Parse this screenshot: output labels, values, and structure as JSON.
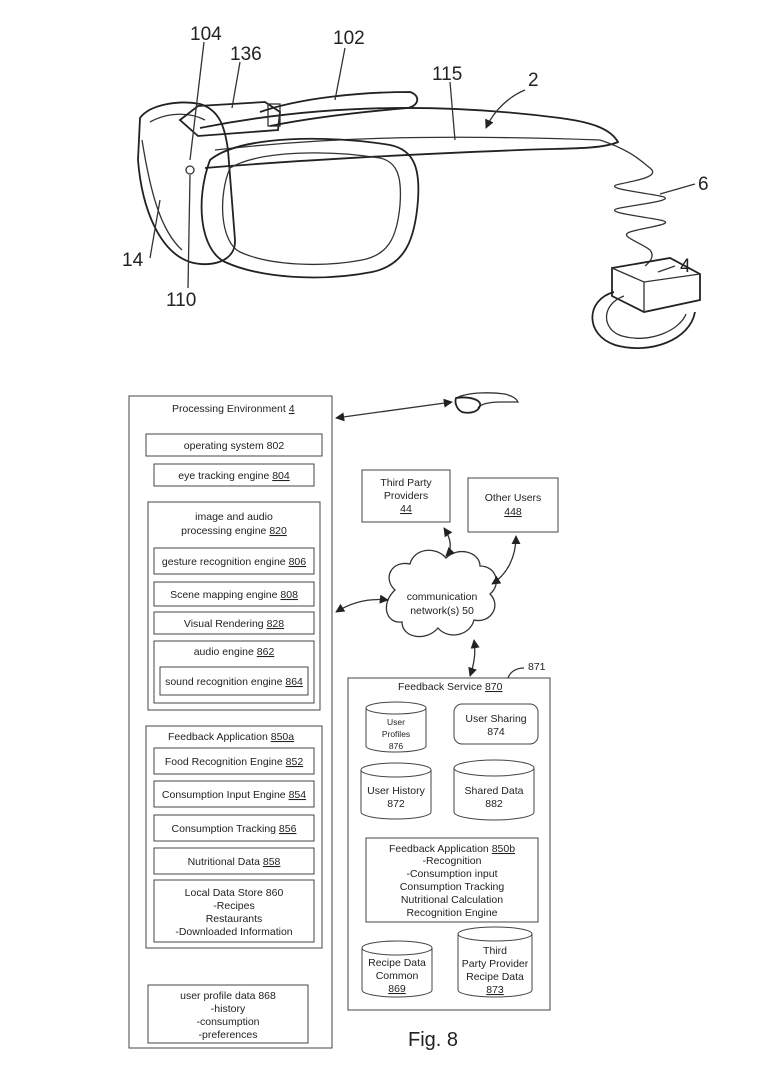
{
  "top_labels": {
    "l104": "104",
    "l136": "136",
    "l102": "102",
    "l115": "115",
    "l2": "2",
    "l6": "6",
    "l4": "4",
    "l14": "14",
    "l110": "110"
  },
  "processing": {
    "title": "Processing Environment",
    "title_num": "4",
    "os": "operating system 802",
    "eye": "eye tracking engine",
    "eye_num": "804",
    "image_audio_1": "image and audio",
    "image_audio_2": "processing engine",
    "image_audio_num": "820",
    "gesture": "gesture recognition engine",
    "gesture_num": "806",
    "scene": "Scene mapping engine",
    "scene_num": "808",
    "visual": "Visual Rendering",
    "visual_num": "828",
    "audio": "audio engine",
    "audio_num": "862",
    "sound": "sound recognition engine",
    "sound_num": "864",
    "feedback_app": "Feedback Application",
    "feedback_app_num": "850a",
    "food": "Food Recognition Engine",
    "food_num": "852",
    "consumption_input": "Consumption Input Engine",
    "consumption_input_num": "854",
    "consumption_tracking": "Consumption Tracking",
    "consumption_tracking_num": "856",
    "nutritional": "Nutritional Data",
    "nutritional_num": "858",
    "local_store_lines": [
      "Local Data Store 860",
      "-Recipes",
      "Restaurants",
      "-Downloaded Information"
    ],
    "user_profile_lines": [
      "user profile data 868",
      "-history",
      "-consumption",
      "-preferences"
    ]
  },
  "network": {
    "third_party_1": "Third Party",
    "third_party_2": "Providers",
    "third_party_num": "44",
    "other_users": "Other Users",
    "other_users_num": "448",
    "comm_1": "communication",
    "comm_2": "network(s) 50"
  },
  "feedback_service": {
    "ref": "871",
    "title": "Feedback Service",
    "title_num": "870",
    "user_profiles": [
      "User",
      "Profiles",
      "876"
    ],
    "user_sharing": [
      "User Sharing",
      "874"
    ],
    "user_history": [
      "User History",
      "872"
    ],
    "shared_data": [
      "Shared Data",
      "882"
    ],
    "app_title": "Feedback Application",
    "app_num": "850b",
    "app_lines": [
      "-Recognition",
      "-Consumption input",
      "Consumption Tracking",
      "Nutritional Calculation",
      "Recognition Engine"
    ],
    "recipe_common": [
      "Recipe Data",
      "Common",
      "869"
    ],
    "third_party_recipe": [
      "Third",
      "Party Provider",
      "Recipe Data",
      "873"
    ]
  },
  "caption": "Fig. 8"
}
